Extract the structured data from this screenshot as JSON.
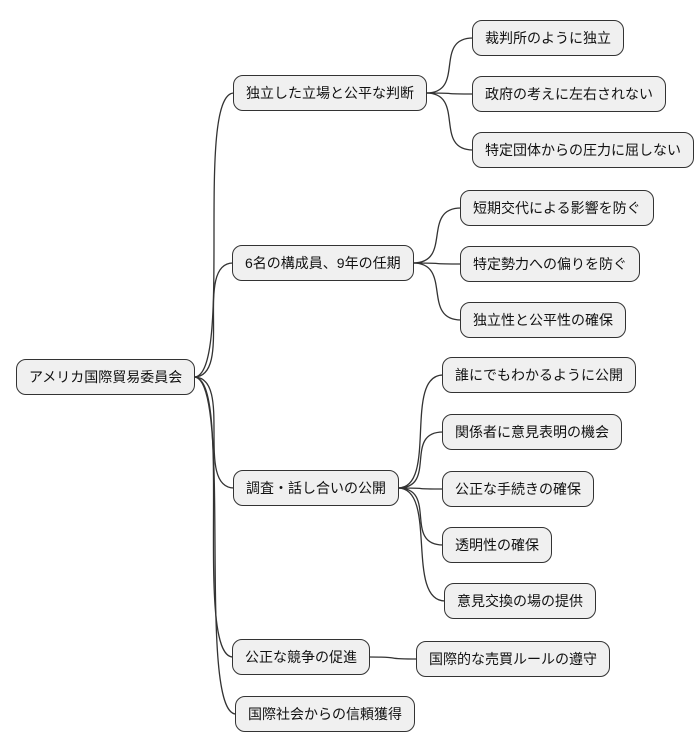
{
  "mindmap": {
    "root": {
      "label": "アメリカ国際貿易委員会"
    },
    "branches": [
      {
        "label": "独立した立場と公平な判断",
        "children": [
          {
            "label": "裁判所のように独立"
          },
          {
            "label": "政府の考えに左右されない"
          },
          {
            "label": "特定団体からの圧力に屈しない"
          }
        ]
      },
      {
        "label": "6名の構成員、9年の任期",
        "children": [
          {
            "label": "短期交代による影響を防ぐ"
          },
          {
            "label": "特定勢力への偏りを防ぐ"
          },
          {
            "label": "独立性と公平性の確保"
          }
        ]
      },
      {
        "label": "調査・話し合いの公開",
        "children": [
          {
            "label": "誰にでもわかるように公開"
          },
          {
            "label": "関係者に意見表明の機会"
          },
          {
            "label": "公正な手続きの確保"
          },
          {
            "label": "透明性の確保"
          },
          {
            "label": "意見交換の場の提供"
          }
        ]
      },
      {
        "label": "公正な競争の促進",
        "children": [
          {
            "label": "国際的な売買ルールの遵守"
          }
        ]
      },
      {
        "label": "国際社会からの信頼獲得",
        "children": []
      }
    ]
  },
  "colors": {
    "background": "#ffffff",
    "node_fill": "#f0f0f0",
    "node_border": "#333333",
    "connector": "#333333",
    "text": "#111111"
  }
}
